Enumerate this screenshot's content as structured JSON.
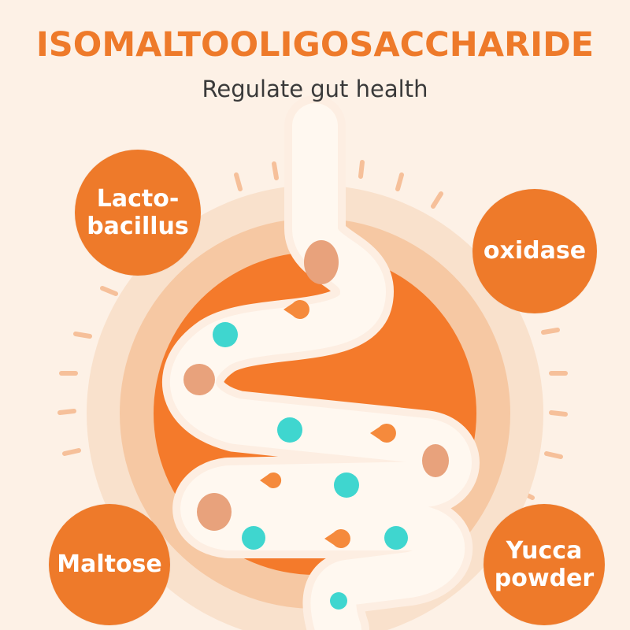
{
  "header": {
    "title": "ISOMALTOOLIGOSACCHARIDE",
    "subtitle": "Regulate gut health"
  },
  "ingredients": [
    {
      "lines": [
        "Lacto-",
        "bacillus"
      ]
    },
    {
      "lines": [
        "oxidase"
      ]
    },
    {
      "lines": [
        "Maltose"
      ]
    },
    {
      "lines": [
        "Yucca",
        "powder"
      ]
    }
  ],
  "colors": {
    "accent": "#ee7a2a",
    "background": "#fdf1e6",
    "ring_light": "#f8dcc4",
    "ring_mid": "#f6c9a4",
    "core": "#f47a2b",
    "tube": "#fff7ef",
    "bacteria_good": "#3fd6cf",
    "bacteria_bad": "#e7a07a"
  },
  "icons": [
    "good-bacteria-icon",
    "bad-bacteria-icon",
    "pacman-icon"
  ]
}
